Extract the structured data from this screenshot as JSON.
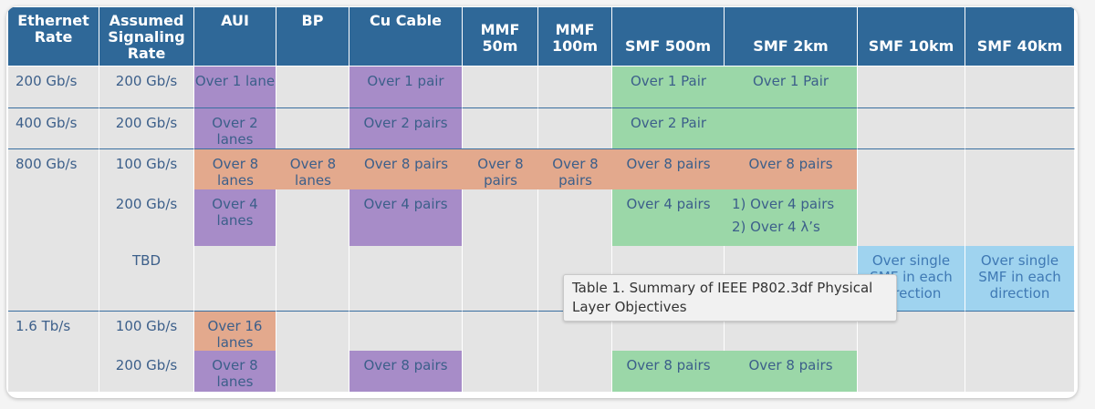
{
  "headers": [
    "Ethernet Rate",
    "Assumed Signaling Rate",
    "AUI",
    "BP",
    "Cu Cable",
    "MMF 50m",
    "MMF 100m",
    "SMF 500m",
    "SMF 2km",
    "SMF 10km",
    "SMF 40km"
  ],
  "rows": [
    {
      "rate": "200 Gb/s",
      "signal": "200 Gb/s",
      "aui": "Over 1 lane",
      "bp": "",
      "cu": "Over 1 pair",
      "mmf50": "",
      "mmf100": "",
      "smf500": "Over 1 Pair",
      "smf2km": "Over 1 Pair",
      "smf10": "",
      "smf40": ""
    },
    {
      "rate": "400 Gb/s",
      "signal": "200 Gb/s",
      "aui": "Over 2 lanes",
      "bp": "",
      "cu": "Over 2 pairs",
      "mmf50": "",
      "mmf100": "",
      "smf500": "Over 2 Pair",
      "smf2km": "",
      "smf10": "",
      "smf40": ""
    },
    {
      "rate": "800 Gb/s",
      "signal": "100 Gb/s",
      "aui": "Over 8 lanes",
      "bp": "Over 8 lanes",
      "cu": "Over 8 pairs",
      "mmf50": "Over 8 pairs",
      "mmf100": "Over 8 pairs",
      "smf500": "Over 8 pairs",
      "smf2km": "Over 8 pairs",
      "smf10": "",
      "smf40": ""
    },
    {
      "rate": "",
      "signal": "200 Gb/s",
      "aui": "Over 4 lanes",
      "bp": "",
      "cu": "Over 4 pairs",
      "mmf50": "",
      "mmf100": "",
      "smf500": "Over 4 pairs",
      "smf2km_list": [
        "1) Over 4 pairs",
        "2) Over 4 λ’s"
      ],
      "smf10": "",
      "smf40": ""
    },
    {
      "rate": "",
      "signal": "TBD",
      "aui": "",
      "bp": "",
      "cu": "",
      "mmf50": "",
      "mmf100": "",
      "smf500": "",
      "smf2km": "",
      "smf10": "Over single SMF in each direction",
      "smf40": "Over single SMF in each direction"
    },
    {
      "rate": "1.6 Tb/s",
      "signal": "100 Gb/s",
      "aui": "Over 16 lanes",
      "bp": "",
      "cu": "",
      "mmf50": "",
      "mmf100": "",
      "smf500": "",
      "smf2km": "",
      "smf10": "",
      "smf40": ""
    },
    {
      "rate": "",
      "signal": "200 Gb/s",
      "aui": "Over 8 lanes",
      "bp": "",
      "cu": "Over 8 pairs",
      "mmf50": "",
      "mmf100": "",
      "smf500": "Over 8 pairs",
      "smf2km": "Over 8 pairs",
      "smf10": "",
      "smf40": ""
    }
  ],
  "tooltip": "Table 1. Summary of IEEE P802.3df Physical Layer Objectives",
  "colors": {
    "header": "#2f6898",
    "purple": "#a78cc8",
    "orange": "#e3a98d",
    "green": "#9bd7a8",
    "blue": "#9fd3ef",
    "cell_bg": "#e4e4e4"
  }
}
